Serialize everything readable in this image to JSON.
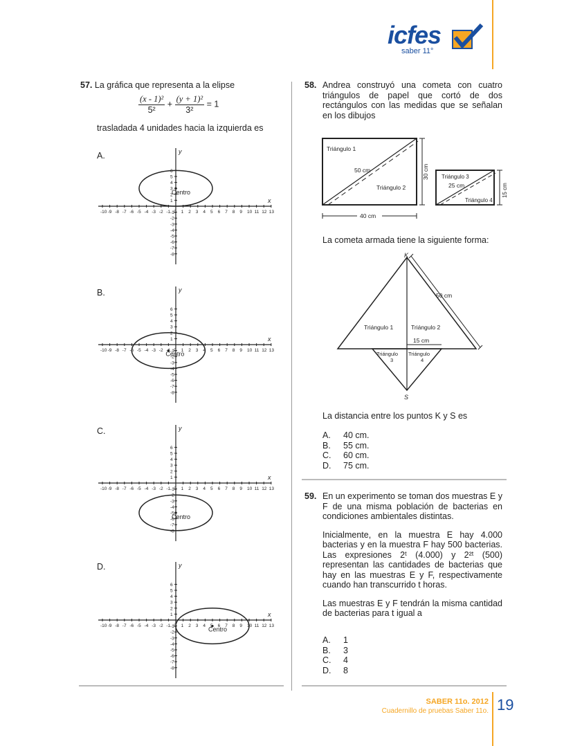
{
  "brand": {
    "logo_text": "icfes",
    "tagline": "saber 11°",
    "accent": "#f5a623",
    "blue": "#1a4fa0"
  },
  "q57": {
    "number": "57.",
    "intro": "La gráfica que representa a la elipse",
    "num_left": "(x - 1)²",
    "den_left": "5²",
    "num_right": "(y + 1)²",
    "den_right": "3²",
    "equals": "= 1",
    "outro": "trasladada 4 unidades hacia la izquierda es",
    "options": [
      {
        "label": "A.",
        "center_label": "Centro"
      },
      {
        "label": "B.",
        "center_label": "Centro"
      },
      {
        "label": "C.",
        "center_label": "Centro"
      },
      {
        "label": "D.",
        "center_label": "Centro"
      }
    ],
    "axis_x_label": "x",
    "axis_y_label": "y"
  },
  "q58": {
    "number": "58.",
    "text": "Andrea construyó una cometa con cuatro triángulos de papel que cortó de dos rectángulos con las medidas que se señalan en los dibujos",
    "fig1": {
      "t1": "Triángulo 1",
      "t2": "Triángulo 2",
      "diag": "50 cm",
      "height": "30 cm",
      "width": "40 cm"
    },
    "fig2": {
      "t3": "Triángulo 3",
      "t4": "Triángulo 4",
      "diag": "25 cm",
      "height": "15 cm"
    },
    "kite_intro": "La cometa armada tiene la siguiente forma:",
    "kite": {
      "k": "K",
      "s": "S",
      "side": "50 cm",
      "mid": "15 cm",
      "t1": "Triángulo 1",
      "t2": "Triángulo 2",
      "t3a": "Triángulo",
      "t3b": "3",
      "t4a": "Triángulo",
      "t4b": "4"
    },
    "question": "La distancia entre los puntos K y S es",
    "options": [
      {
        "label": "A.",
        "text": "40 cm."
      },
      {
        "label": "B.",
        "text": "55 cm."
      },
      {
        "label": "C.",
        "text": "60 cm."
      },
      {
        "label": "D.",
        "text": "75 cm."
      }
    ]
  },
  "q59": {
    "number": "59.",
    "p1": "En un experimento se toman dos muestras E y F de una misma población de bacterias en condiciones ambientales distintas.",
    "p2": "Inicialmente, en la muestra E hay 4.000 bacterias y en la muestra F hay 500 bacterias. Las expresiones 2ᵗ (4.000) y 2²ᵗ (500) representan las cantidades de bacterias que hay en las muestras E y F, respectivamente cuando han transcurrido t horas.",
    "p3": "Las muestras E y F tendrán la misma cantidad de bacterias para t igual a",
    "options": [
      {
        "label": "A.",
        "text": "1"
      },
      {
        "label": "B.",
        "text": "3"
      },
      {
        "label": "C.",
        "text": "4"
      },
      {
        "label": "D.",
        "text": "8"
      }
    ]
  },
  "footer": {
    "title": "SABER 11o. 2012",
    "subtitle": "Cuadernillo de pruebas Saber 11o.",
    "page": "19"
  }
}
